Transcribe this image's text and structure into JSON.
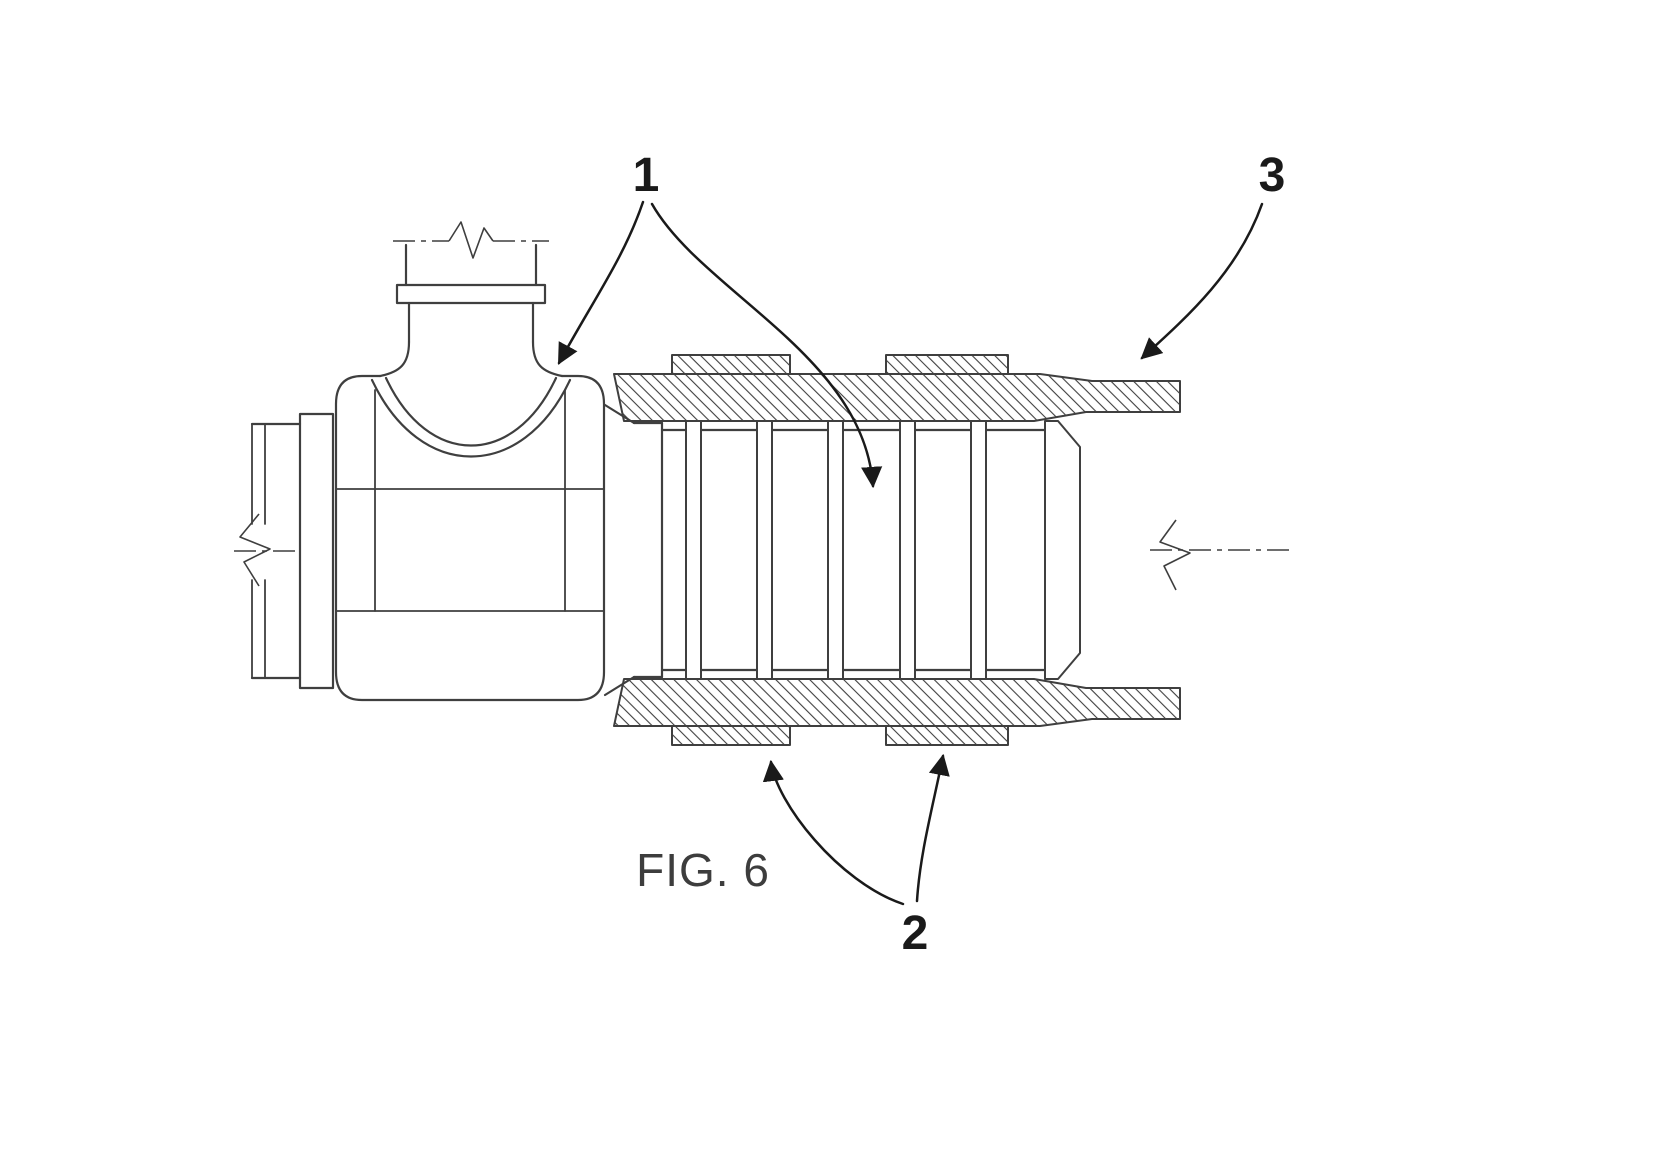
{
  "figure": {
    "caption": "FIG. 6",
    "reference_labels": {
      "label1": "1",
      "label2": "2",
      "label3": "3"
    }
  },
  "colors": {
    "line_color": "#3f3f3f",
    "label_color": "#1a1a1a",
    "background": "#ffffff"
  }
}
